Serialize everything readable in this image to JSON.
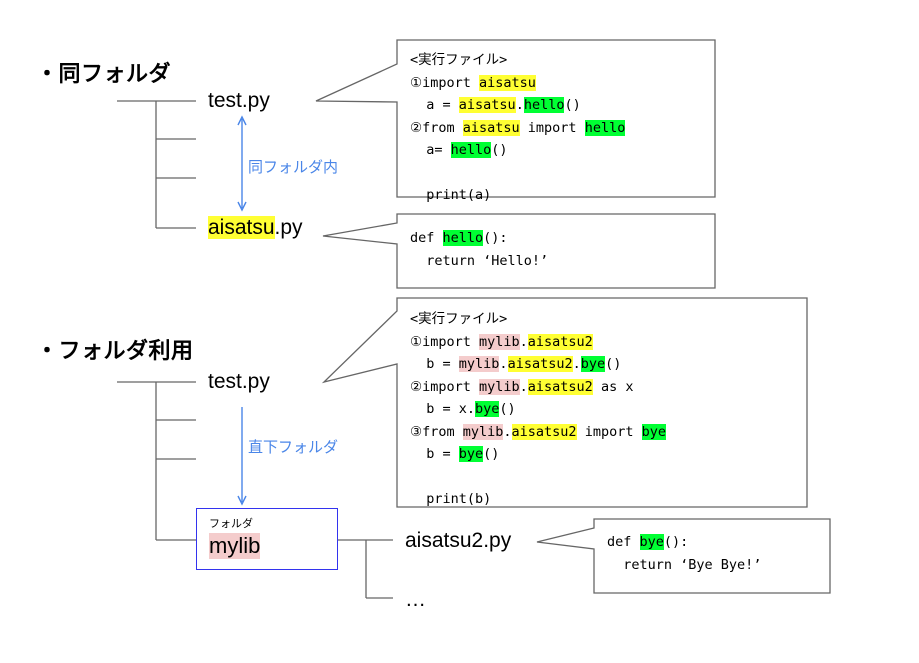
{
  "section1": {
    "heading": "・同フォルダ",
    "test_file": "test.py",
    "target_file_highlight": "aisatsu",
    "target_file_suffix": ".py",
    "arrow_note": "同フォルダ内",
    "caller_code": [
      [
        {
          "t": "<実行ファイル>"
        }
      ],
      [
        {
          "t": "①import "
        },
        {
          "t": "aisatsu",
          "h": "y"
        }
      ],
      [
        {
          "t": "  a = "
        },
        {
          "t": "aisatsu",
          "h": "y"
        },
        {
          "t": "."
        },
        {
          "t": "hello",
          "h": "g"
        },
        {
          "t": "()"
        }
      ],
      [
        {
          "t": "②from "
        },
        {
          "t": "aisatsu",
          "h": "y"
        },
        {
          "t": " import "
        },
        {
          "t": "hello",
          "h": "g"
        }
      ],
      [
        {
          "t": "  a= "
        },
        {
          "t": "hello",
          "h": "g"
        },
        {
          "t": "()"
        }
      ],
      [
        {
          "t": ""
        }
      ],
      [
        {
          "t": "  print(a)"
        }
      ]
    ],
    "module_code": [
      [
        {
          "t": "def "
        },
        {
          "t": "hello",
          "h": "g"
        },
        {
          "t": "():"
        }
      ],
      [
        {
          "t": "  return ‘Hello!’"
        }
      ]
    ]
  },
  "section2": {
    "heading": "・フォルダ利用",
    "test_file": "test.py",
    "arrow_note": "直下フォルダ",
    "folder_label": "フォルダ",
    "folder_name": "mylib",
    "module_file": "aisatsu2.py",
    "more": "…",
    "caller_code": [
      [
        {
          "t": "<実行ファイル>"
        }
      ],
      [
        {
          "t": "①import "
        },
        {
          "t": "mylib",
          "h": "p"
        },
        {
          "t": "."
        },
        {
          "t": "aisatsu2",
          "h": "y"
        }
      ],
      [
        {
          "t": "  b = "
        },
        {
          "t": "mylib",
          "h": "p"
        },
        {
          "t": "."
        },
        {
          "t": "aisatsu2",
          "h": "y"
        },
        {
          "t": "."
        },
        {
          "t": "bye",
          "h": "g"
        },
        {
          "t": "()"
        }
      ],
      [
        {
          "t": "②import "
        },
        {
          "t": "mylib",
          "h": "p"
        },
        {
          "t": "."
        },
        {
          "t": "aisatsu2",
          "h": "y"
        },
        {
          "t": " as x"
        }
      ],
      [
        {
          "t": "  b = x."
        },
        {
          "t": "bye",
          "h": "g"
        },
        {
          "t": "()"
        }
      ],
      [
        {
          "t": "③from "
        },
        {
          "t": "mylib",
          "h": "p"
        },
        {
          "t": "."
        },
        {
          "t": "aisatsu2",
          "h": "y"
        },
        {
          "t": " import "
        },
        {
          "t": "bye",
          "h": "g"
        }
      ],
      [
        {
          "t": "  b = "
        },
        {
          "t": "bye",
          "h": "g"
        },
        {
          "t": "()"
        }
      ],
      [
        {
          "t": ""
        }
      ],
      [
        {
          "t": "  print(b)"
        }
      ]
    ],
    "module_code": [
      [
        {
          "t": "def "
        },
        {
          "t": "bye",
          "h": "g"
        },
        {
          "t": "():"
        }
      ],
      [
        {
          "t": "  return ‘Bye Bye!’"
        }
      ]
    ]
  },
  "colors": {
    "highlight_module": "#ffff33",
    "highlight_function": "#00ff33",
    "highlight_package": "#f4cccc",
    "arrow": "#4a86e8",
    "folder_border": "#3333ee",
    "line": "#666666"
  }
}
